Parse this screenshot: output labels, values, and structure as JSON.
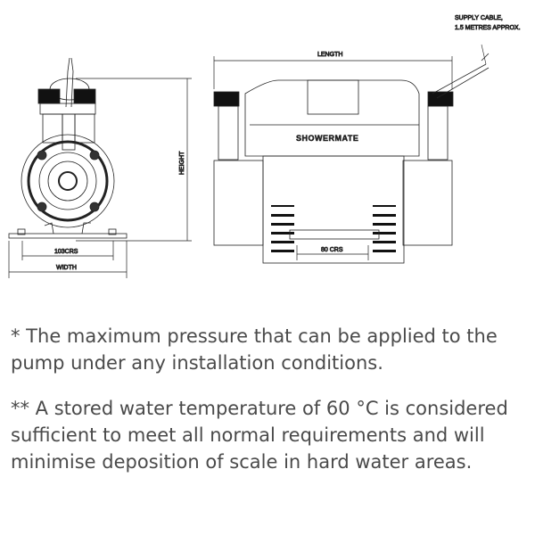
{
  "diagram": {
    "supply_cable_line1": "SUPPLY CABLE,",
    "supply_cable_line2": "1.5 METRES APPROX.",
    "length_label": "LENGTH",
    "height_label": "HEIGHT",
    "width_label": "WIDTH",
    "front_crs_label": "103CRS",
    "side_crs_label": "80 CRS",
    "brand": "SHOWERMATE"
  },
  "notes": [
    "* The maximum pressure that can be applied to the pump under any installation conditions.",
    "** A stored water temperature of 60 °C is considered sufficient to meet all normal requirements and will minimise deposition of scale in hard water areas."
  ]
}
